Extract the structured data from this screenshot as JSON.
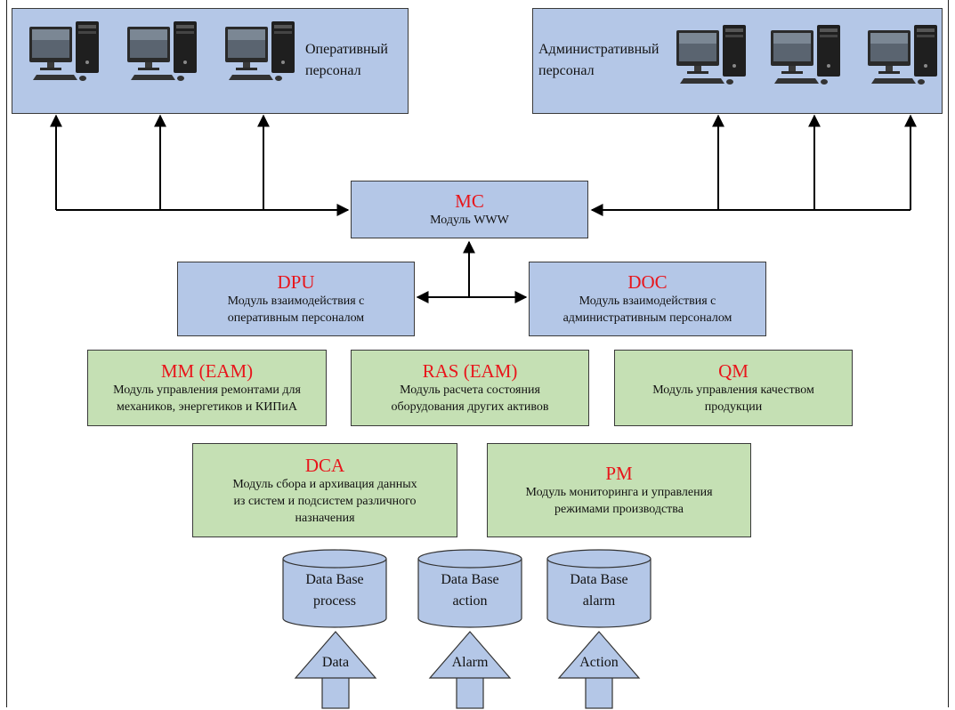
{
  "operative": {
    "label": "Оперативный\nперсонал"
  },
  "admin": {
    "label": "Административный\nперсонал"
  },
  "mc": {
    "title": "MC",
    "desc": "Модуль WWW"
  },
  "dpu": {
    "title": "DPU",
    "desc": "Модуль взаимодействия с\nоперативным персоналом"
  },
  "doc": {
    "title": "DOC",
    "desc": "Модуль взаимодействия с\nадминистративным персоналом"
  },
  "mm": {
    "title": "MM (EAM)",
    "desc": "Модуль управления ремонтами для\nмехаников, энергетиков и КИПиА"
  },
  "ras": {
    "title": "RAS (EAM)",
    "desc": "Модуль расчета состояния\nоборудования других активов"
  },
  "qm": {
    "title": "QM",
    "desc": "Модуль управления качеством\nпродукции"
  },
  "dca": {
    "title": "DCA",
    "desc": "Модуль  сбора  и архивация  данных\nиз  систем  и  подсистем  различного\nназначения"
  },
  "pm": {
    "title": "PM",
    "desc": "Модуль мониторинга и управления\nрежимами производства"
  },
  "databases": [
    {
      "line1": "Data Base",
      "line2": "process"
    },
    {
      "line1": "Data Base",
      "line2": "action"
    },
    {
      "line1": "Data Base",
      "line2": "alarm"
    }
  ],
  "inputs": [
    "Data",
    "Alarm",
    "Action"
  ],
  "colors": {
    "blue_box": "#b4c7e7",
    "green_box": "#c5e0b4",
    "title_red": "#e8151b"
  }
}
